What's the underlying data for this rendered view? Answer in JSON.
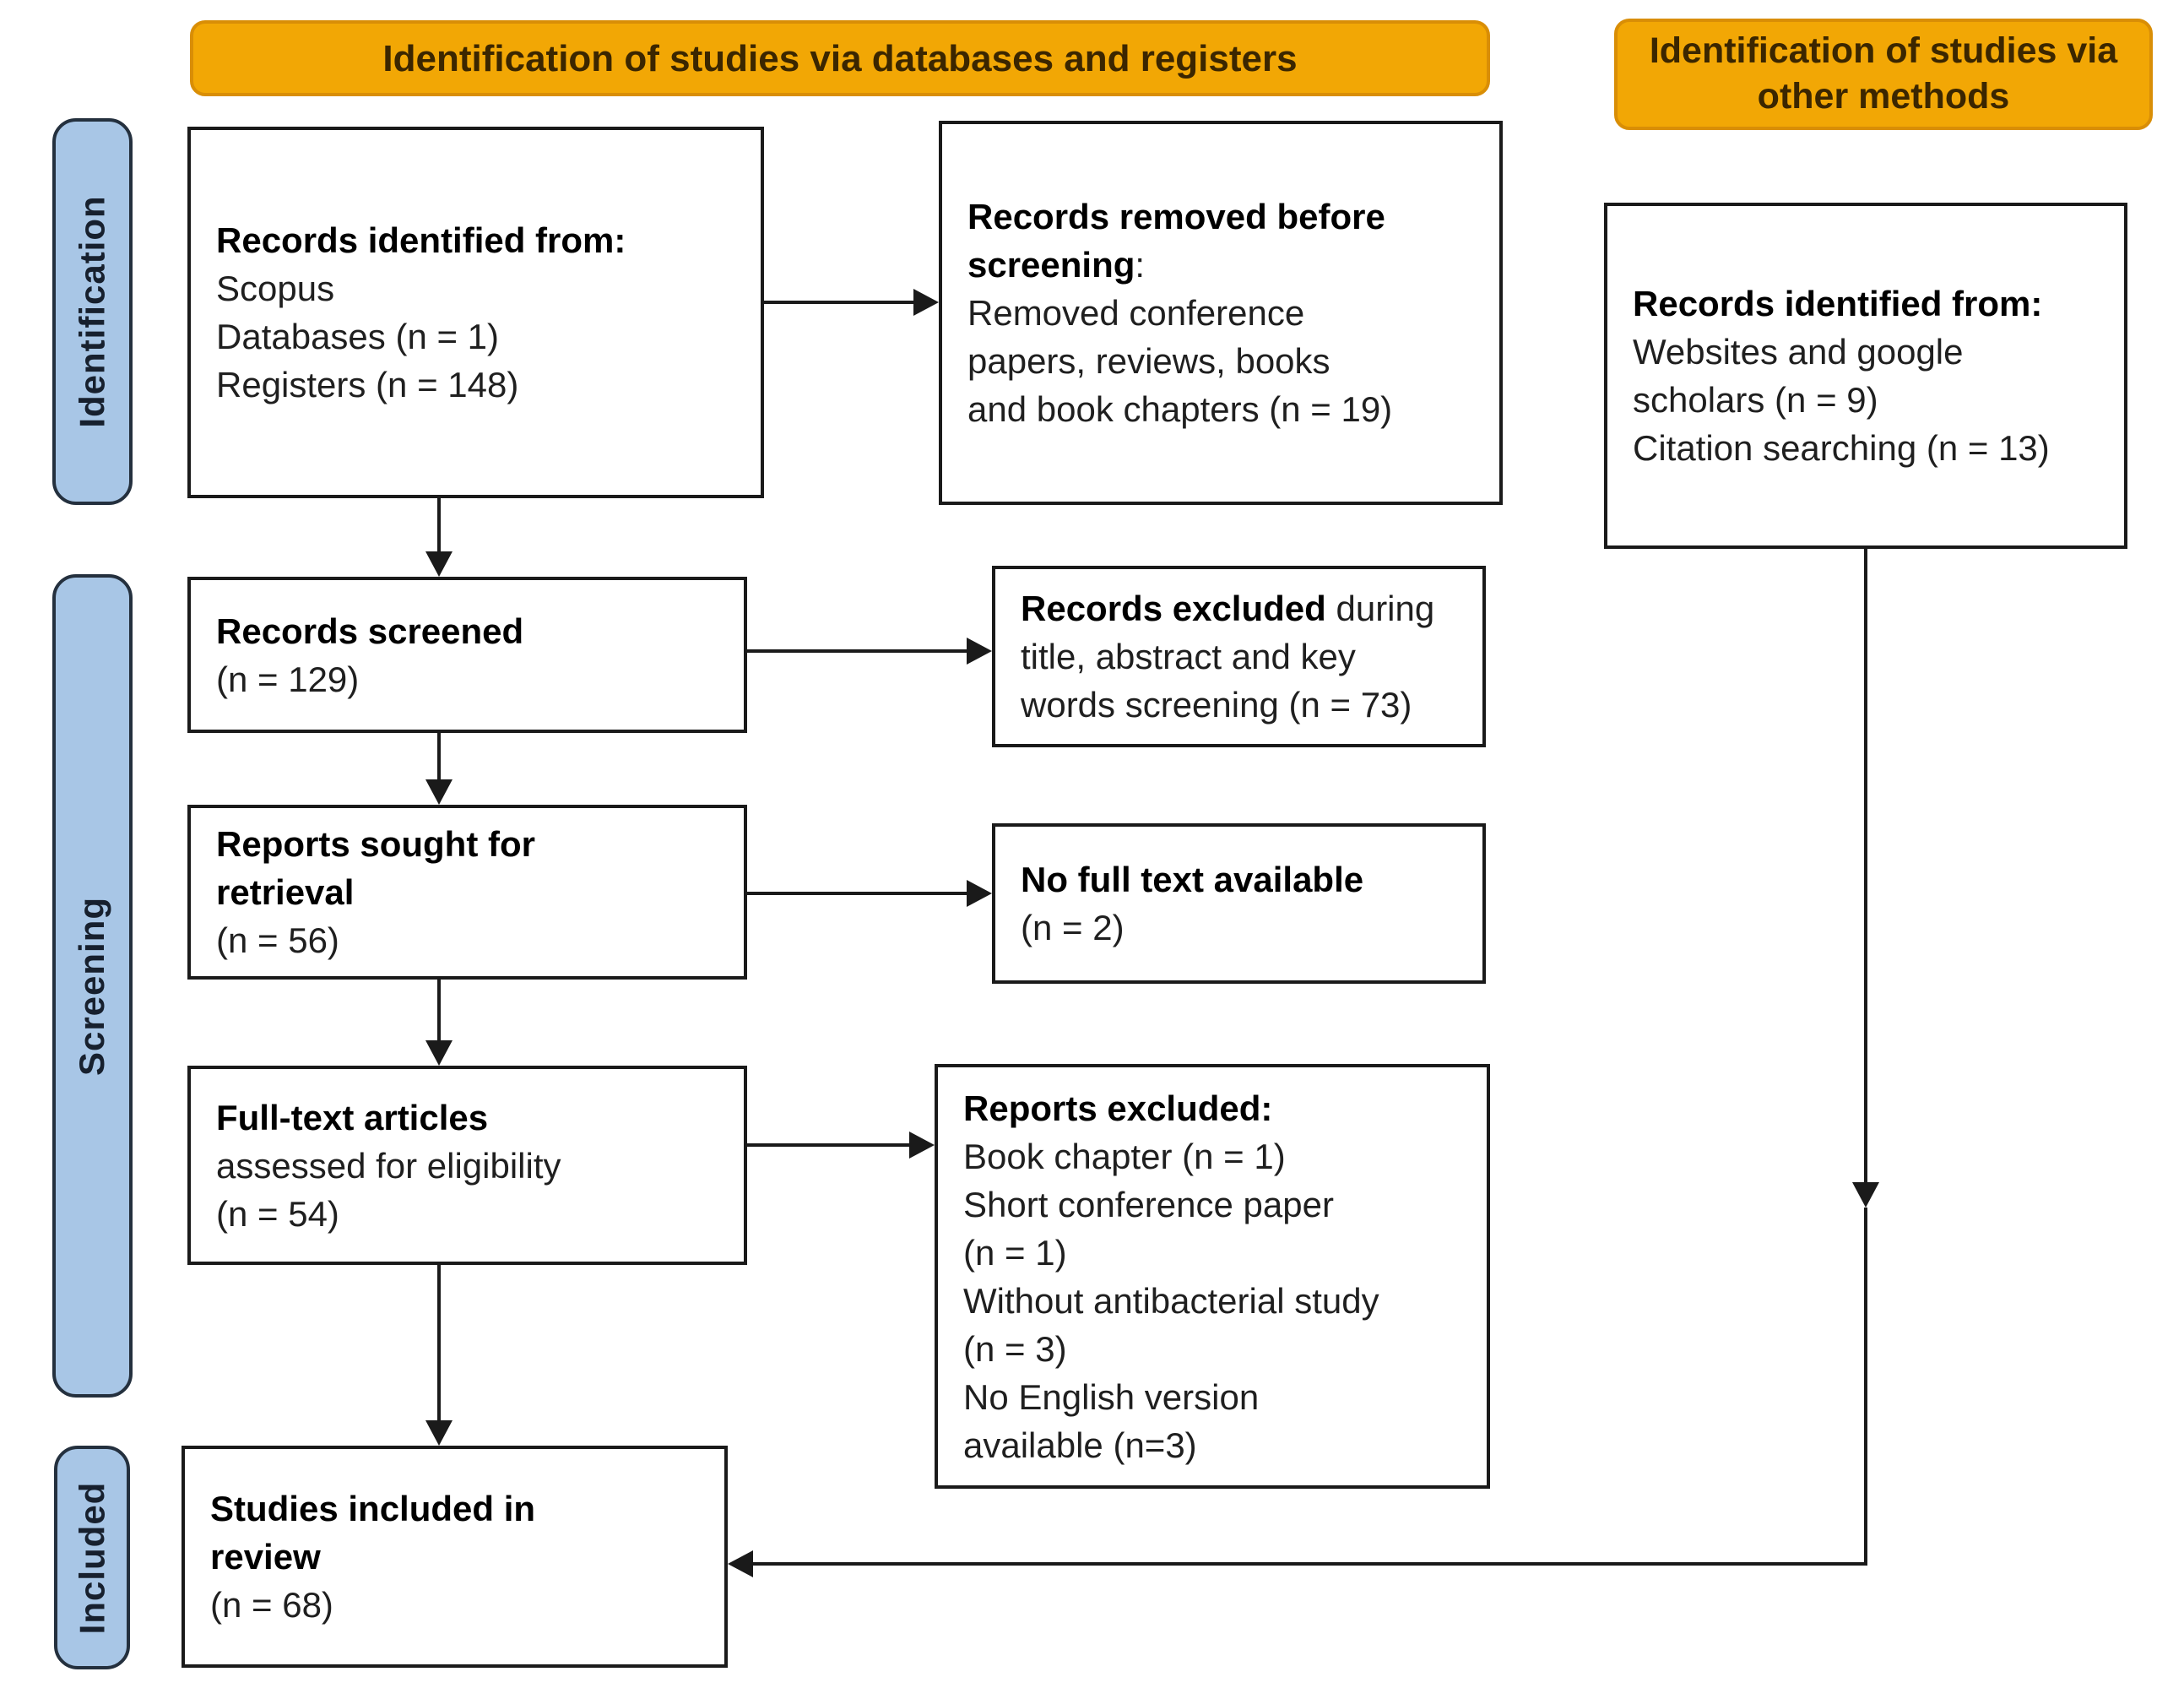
{
  "headers": {
    "databases": "Identification of studies via databases and registers",
    "other": "Identification of studies via other methods"
  },
  "stages": [
    {
      "label": "Identification"
    },
    {
      "label": "Screening"
    },
    {
      "label": "Included"
    }
  ],
  "boxes": {
    "records_identified": {
      "lines": [
        {
          "b": "Records identified from:"
        },
        {
          "r": "Scopus"
        },
        {
          "r": "Databases (n = 1)"
        },
        {
          "r": "Registers (n = 148)"
        }
      ]
    },
    "records_removed": {
      "lines": [
        {
          "b": "Records removed before"
        },
        {
          "b": "screening",
          "r": ":"
        },
        {
          "r": "Removed conference"
        },
        {
          "r": "papers, reviews, books"
        },
        {
          "r": "and book chapters (n = 19)"
        }
      ]
    },
    "records_screened": {
      "lines": [
        {
          "b": "Records screened"
        },
        {
          "r": "(n = 129)"
        }
      ]
    },
    "records_excluded": {
      "lines": [
        {
          "b": "Records excluded",
          "r": " during"
        },
        {
          "r": "title, abstract and key"
        },
        {
          "r": "words screening (n = 73)"
        }
      ]
    },
    "reports_sought": {
      "lines": [
        {
          "b": "Reports sought for"
        },
        {
          "b": "retrieval"
        },
        {
          "r": "(n = 56)"
        }
      ]
    },
    "no_full_text": {
      "lines": [
        {
          "b": "No full text available"
        },
        {
          "r": "(n = 2)"
        }
      ]
    },
    "full_text": {
      "lines": [
        {
          "b": "Full-text articles"
        },
        {
          "r": "assessed for eligibility"
        },
        {
          "r": "(n = 54)"
        }
      ]
    },
    "reports_excluded": {
      "lines": [
        {
          "b": "Reports excluded:"
        },
        {
          "r": "Book chapter (n = 1)"
        },
        {
          "r": "Short conference paper"
        },
        {
          "r": "(n = 1)"
        },
        {
          "r": "Without antibacterial study"
        },
        {
          "r": "(n = 3)"
        },
        {
          "r": "No English version"
        },
        {
          "r": "available (n=3)"
        }
      ]
    },
    "studies_included": {
      "lines": [
        {
          "b": "Studies included in"
        },
        {
          "b": "review"
        },
        {
          "r": "(n = 68)"
        }
      ]
    },
    "other_records": {
      "lines": [
        {
          "b": "Records identified from:"
        },
        {
          "r": "Websites and google"
        },
        {
          "r": "scholars (n = 9)"
        },
        {
          "r": "Citation searching (n = 13)"
        }
      ]
    }
  },
  "colors": {
    "header_fill": "#f2a705",
    "header_border": "#d98e06",
    "header_text": "#3b2600",
    "stage_fill": "#a8c6e6",
    "stage_border": "#24303e",
    "stage_text": "#17202e",
    "box_border": "#1a1a1a",
    "arrow": "#1a1a1a",
    "background": "#ffffff"
  }
}
